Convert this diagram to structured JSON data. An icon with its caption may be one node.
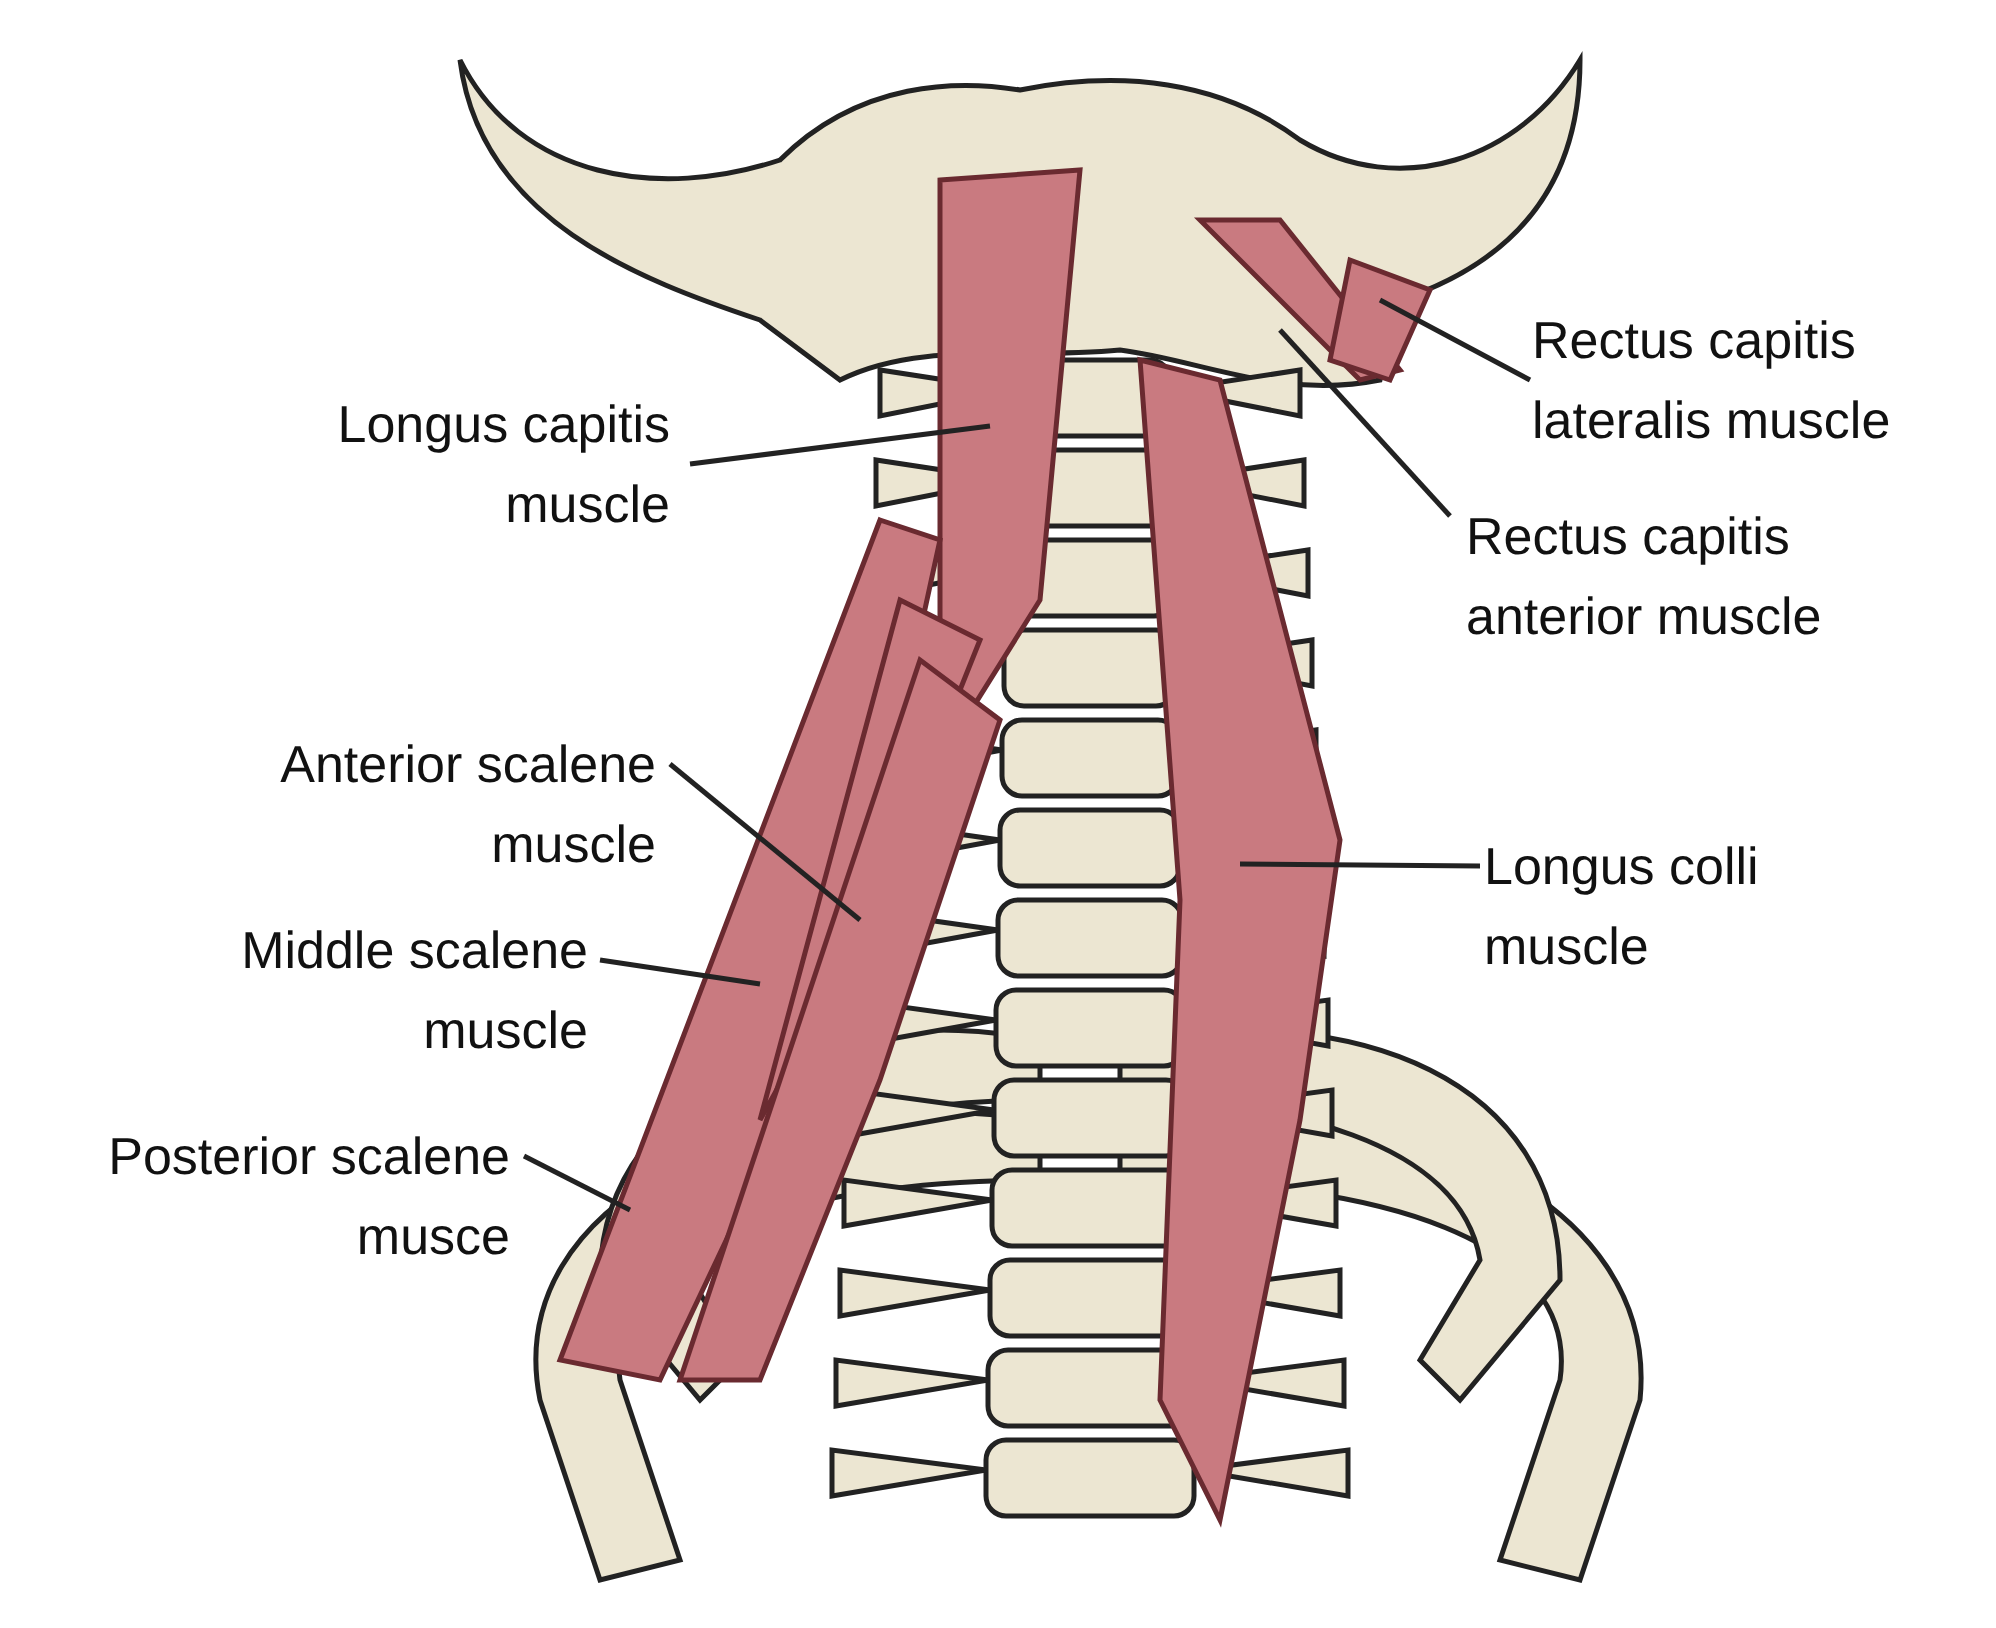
{
  "diagram": {
    "nodes": [
      {
        "text": [
          "Rectus capitis lateralis muscle"
        ]
      },
      {
        "text": [
          "Longus capitis muscle"
        ]
      },
      {
        "text": [
          "Rectus capitis anterior muscle"
        ]
      },
      {
        "text": [
          "Anterior scalene muscle"
        ]
      },
      {
        "text": [
          "Longus colli muscle"
        ]
      },
      {
        "text": [
          "Middle scalene muscle"
        ]
      },
      {
        "text": [
          "Posterior scalene musce"
        ]
      }
    ],
    "edges": [
      {
        "from": 0,
        "to": null,
        "arrow": "none"
      },
      {
        "from": 1,
        "to": null,
        "arrow": "none"
      },
      {
        "from": 2,
        "to": null,
        "arrow": "none"
      },
      {
        "from": 3,
        "to": null,
        "arrow": "none"
      },
      {
        "from": 4,
        "to": null,
        "arrow": "none"
      },
      {
        "from": 5,
        "to": null,
        "arrow": "none"
      },
      {
        "from": 6,
        "to": null,
        "arrow": "none"
      }
    ]
  }
}
